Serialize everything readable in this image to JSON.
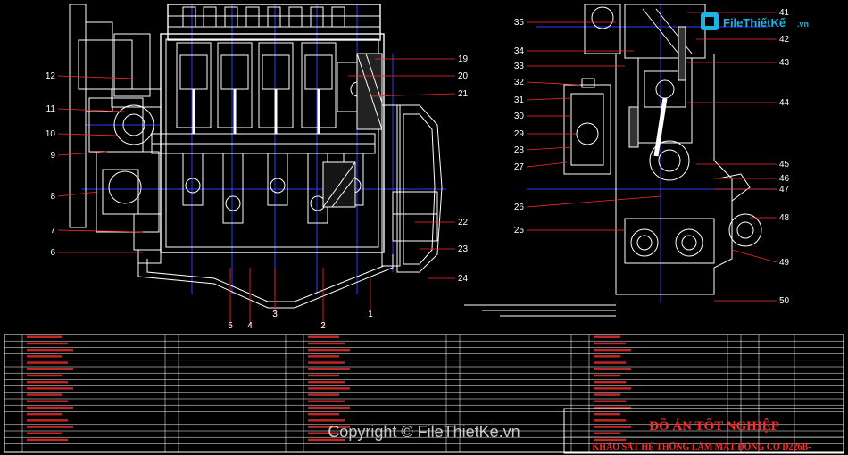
{
  "brand": {
    "logo_text": "FileThiếtKế",
    "logo_suffix": ".vn",
    "watermark": "Copyright © FileThietKe.vn"
  },
  "callouts_left": [
    "12",
    "11",
    "10",
    "9",
    "8",
    "7",
    "6",
    "5",
    "4",
    "3",
    "2",
    "1",
    "19",
    "20",
    "21",
    "22",
    "23",
    "24"
  ],
  "callouts_right": [
    "35",
    "34",
    "33",
    "32",
    "31",
    "30",
    "29",
    "28",
    "27",
    "26",
    "25",
    "41",
    "42",
    "43",
    "44",
    "45",
    "46",
    "47",
    "48",
    "49",
    "50"
  ],
  "title_block": {
    "title": "ĐỒ ÁN TỐT NGHIỆP",
    "subtitle": "KHẢO SÁT HỆ THỐNG LÀM MÁT ĐỘNG CƠ D226B-"
  },
  "colors": {
    "background": "#000000",
    "line_white": "#ffffff",
    "centerline_blue": "#2f3cff",
    "leader_red": "#ff2a2a",
    "table_red": "#ff3333",
    "logo_blue": "#19b5e6"
  }
}
